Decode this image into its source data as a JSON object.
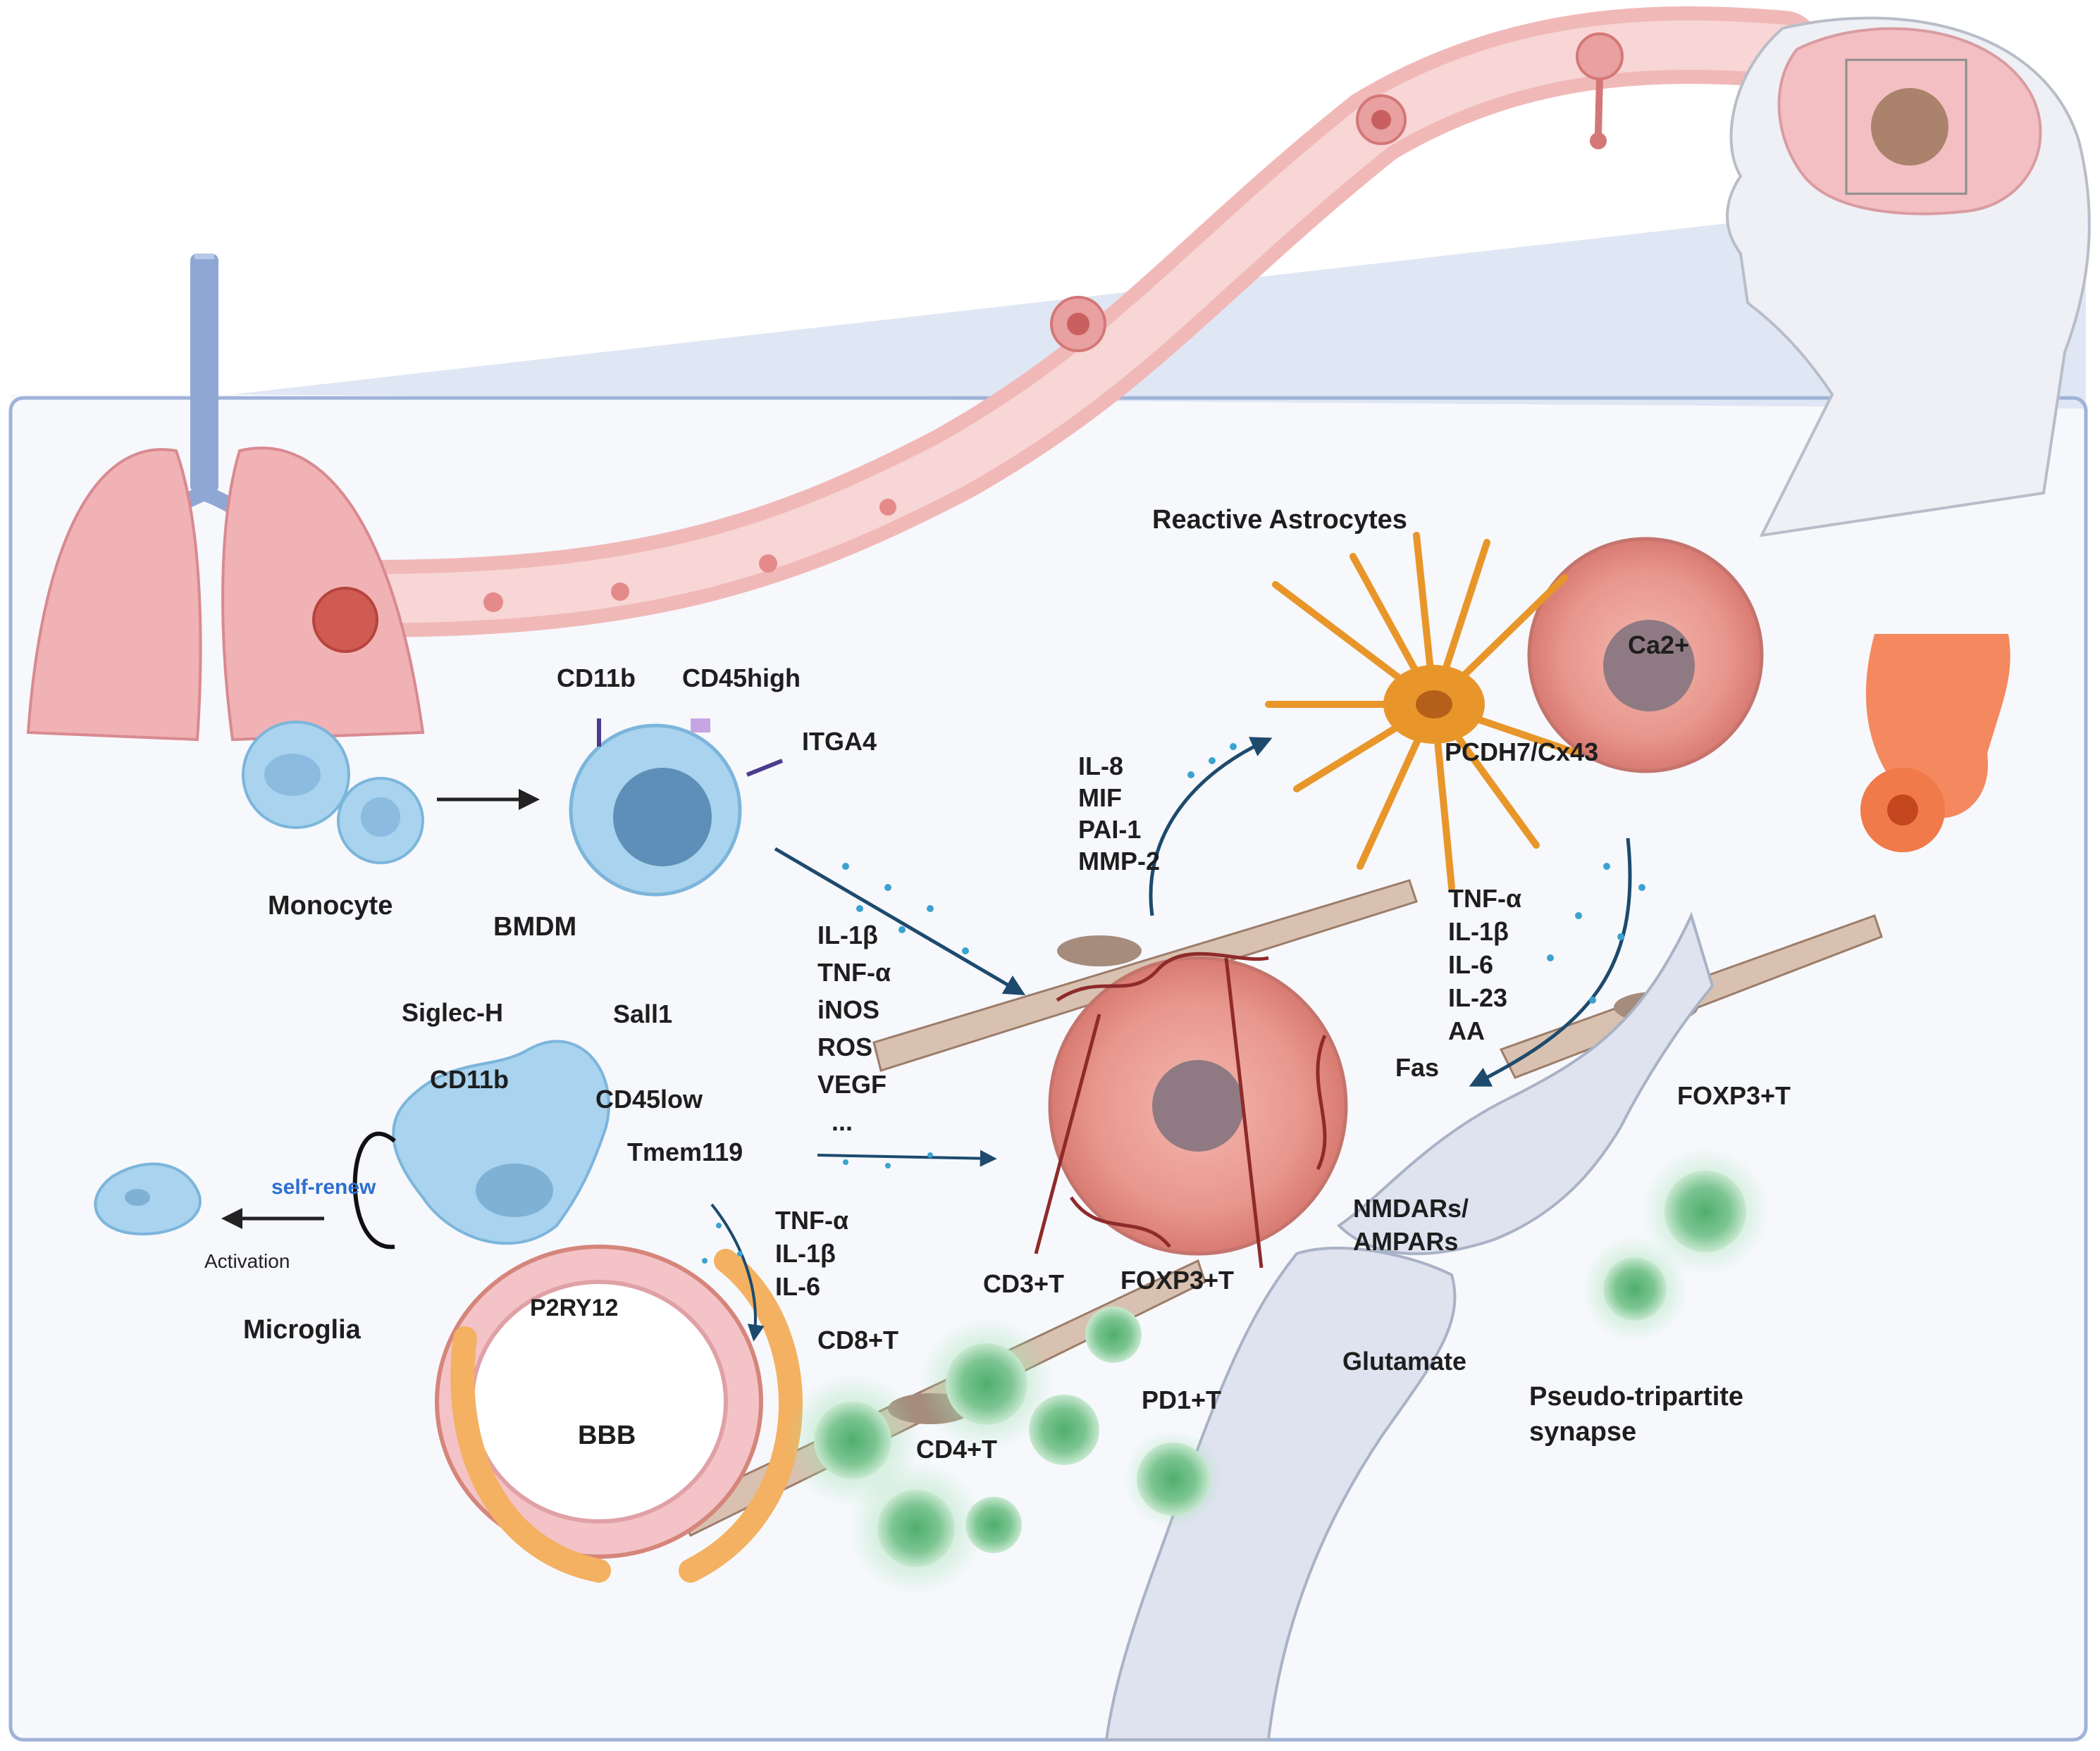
{
  "figure": {
    "labels": {
      "reactive_astrocytes": "Reactive Astrocytes",
      "ca2": "Ca2+",
      "pcdh7_cx43": "PCDH7/Cx43",
      "cd11b_bmdm": "CD11b",
      "cd45high": "CD45high",
      "itga4": "ITGA4",
      "monocyte": "Monocyte",
      "bmdm": "BMDM",
      "siglec_h": "Siglec-H",
      "sall1": "Sall1",
      "cd11b_microglia": "CD11b",
      "cd45low": "CD45low",
      "tmem119": "Tmem119",
      "self_renew": "self-renew",
      "activation": "Activation",
      "microglia": "Microglia",
      "p2ry12": "P2RY12",
      "bbb": "BBB",
      "fas": "Fas",
      "nmdars_ampars_1": "NMDARs/",
      "nmdars_ampars_2": "AMPARs",
      "glutamate": "Glutamate",
      "pseudo_tripartite_1": "Pseudo-tripartite",
      "pseudo_tripartite_2": "synapse",
      "foxp3_t_right": "FOXP3+T",
      "cd3_t": "CD3+T",
      "foxp3_t": "FOXP3+T",
      "cd8_t": "CD8+T",
      "cd4_t": "CD4+T",
      "pd1_t": "PD1+T"
    },
    "astrocyte_cytokines": [
      "IL-8",
      "MIF",
      "PAI-1",
      "MMP-2"
    ],
    "bmdm_cytokines": [
      "IL-1β",
      "TNF-α",
      "iNOS",
      "ROS",
      "VEGF",
      "..."
    ],
    "astro_to_synapse_cytokines": [
      "TNF-α",
      "IL-1β",
      "IL-6",
      "IL-23",
      "AA"
    ],
    "microglia_cytokines": [
      "TNF-α",
      "IL-1β",
      "IL-6"
    ],
    "colors": {
      "frame": "#b9c6e2",
      "macrophage": "#a9d3ee",
      "astrocyte": "#e8962a",
      "tumor": "#e3978f",
      "tcell": "#8fcf9f",
      "vessel": "#f3c5c5",
      "neuron": "#dfe3ef"
    }
  }
}
